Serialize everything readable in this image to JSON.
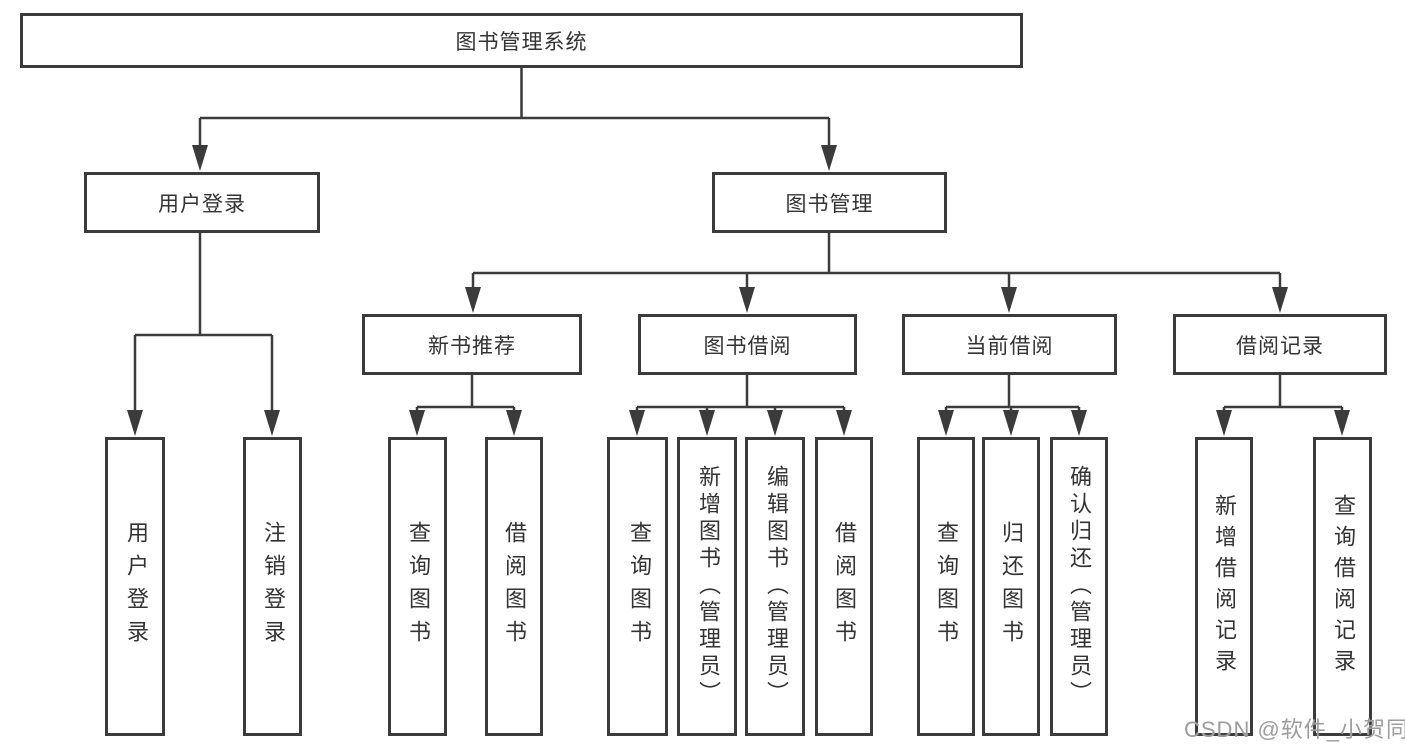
{
  "diagram": {
    "root": {
      "label": "图书管理系统"
    },
    "level2": [
      {
        "label": "用户登录"
      },
      {
        "label": "图书管理"
      }
    ],
    "level3": [
      {
        "label": "新书推荐"
      },
      {
        "label": "图书借阅"
      },
      {
        "label": "当前借阅"
      },
      {
        "label": "借阅记录"
      }
    ],
    "leaves": {
      "user_login": [
        {
          "label": "用户登录"
        },
        {
          "label": "注销登录"
        }
      ],
      "new_book": [
        {
          "label": "查询图书"
        },
        {
          "label": "借阅图书"
        }
      ],
      "borrow": [
        {
          "label": "查询图书"
        },
        {
          "label": "新增图书（管理员）"
        },
        {
          "label": "编辑图书（管理员）"
        },
        {
          "label": "借阅图书"
        }
      ],
      "current": [
        {
          "label": "查询图书"
        },
        {
          "label": "归还图书"
        },
        {
          "label": "确认归还（管理员）"
        }
      ],
      "records": [
        {
          "label": "新增借阅记录"
        },
        {
          "label": "查询借阅记录"
        }
      ]
    },
    "colors": {
      "line": "#3b3b3b",
      "box_border": "#3b3b3b",
      "text": "#333333",
      "watermark": "#9d9d9d",
      "background": "#ffffff"
    }
  },
  "watermark": {
    "text": "CSDN @软件_小贺同学"
  }
}
